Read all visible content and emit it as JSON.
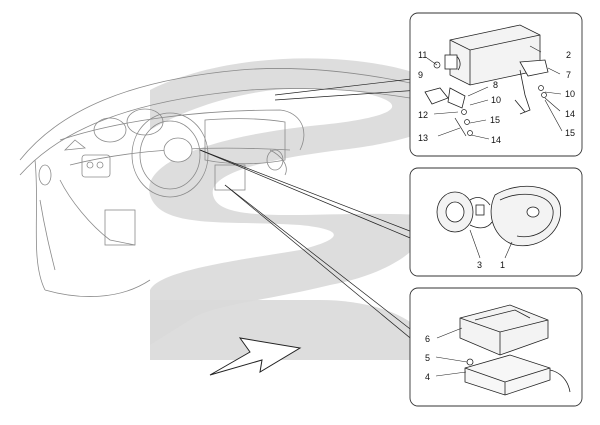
{
  "panels": {
    "top": {
      "callouts": [
        {
          "id": "c11",
          "text": "11"
        },
        {
          "id": "c9",
          "text": "9"
        },
        {
          "id": "c2",
          "text": "2"
        },
        {
          "id": "c7",
          "text": "7"
        },
        {
          "id": "c8",
          "text": "8"
        },
        {
          "id": "c10a",
          "text": "10"
        },
        {
          "id": "c10b",
          "text": "10"
        },
        {
          "id": "c12",
          "text": "12"
        },
        {
          "id": "c15a",
          "text": "15"
        },
        {
          "id": "c15b",
          "text": "15"
        },
        {
          "id": "c13",
          "text": "13"
        },
        {
          "id": "c14a",
          "text": "14"
        },
        {
          "id": "c14b",
          "text": "14"
        }
      ]
    },
    "middle": {
      "callouts": [
        {
          "id": "c3",
          "text": "3"
        },
        {
          "id": "c1",
          "text": "1"
        }
      ]
    },
    "bottom": {
      "callouts": [
        {
          "id": "c6",
          "text": "6"
        },
        {
          "id": "c5",
          "text": "5"
        },
        {
          "id": "c4",
          "text": "4"
        }
      ]
    }
  },
  "colors": {
    "swoosh": "#d9d9d9",
    "line": "#222222",
    "panel_border": "#333333",
    "sketch": "#9a9a9a"
  }
}
